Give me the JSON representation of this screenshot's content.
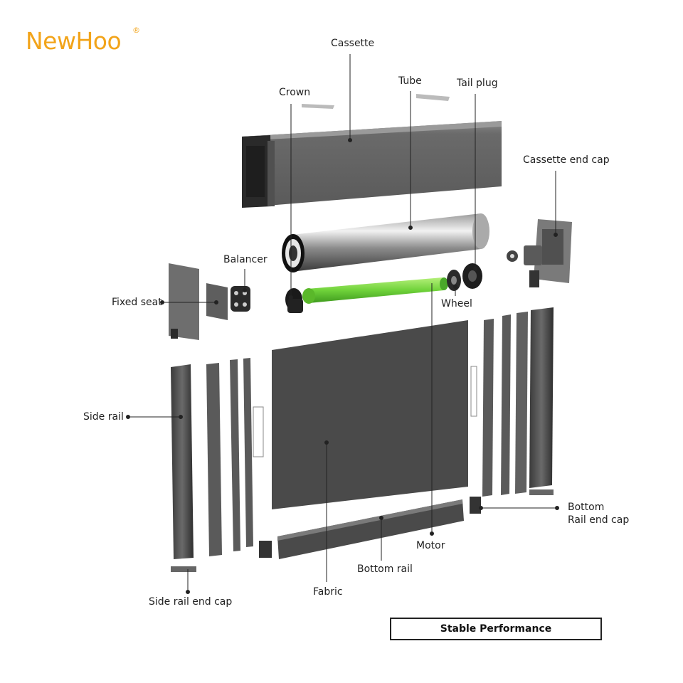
{
  "brand": {
    "name": "NewHoo",
    "reg_mark": "®",
    "color": "#f2a41a"
  },
  "colors": {
    "motor": "#6fd23a",
    "profile_dark": "#4a4a4a",
    "profile_mid": "#707070",
    "fabric": "#4a4a4a"
  },
  "labels": {
    "cassette": "Cassette",
    "tube": "Tube",
    "tail_plug": "Tail plug",
    "crown": "Crown",
    "cassette_end_cap": "Cassette end cap",
    "balancer": "Balancer",
    "fixed_seat": "Fixed seat",
    "wheel": "Wheel",
    "side_rail": "Side rail",
    "bottom_rail_end_cap_line1": "Bottom",
    "bottom_rail_end_cap_line2": "Rail end cap",
    "motor": "Motor",
    "bottom_rail": "Bottom rail",
    "fabric": "Fabric",
    "side_rail_end_cap": "Side rail end cap"
  },
  "badge": {
    "text": "Stable Performance"
  }
}
